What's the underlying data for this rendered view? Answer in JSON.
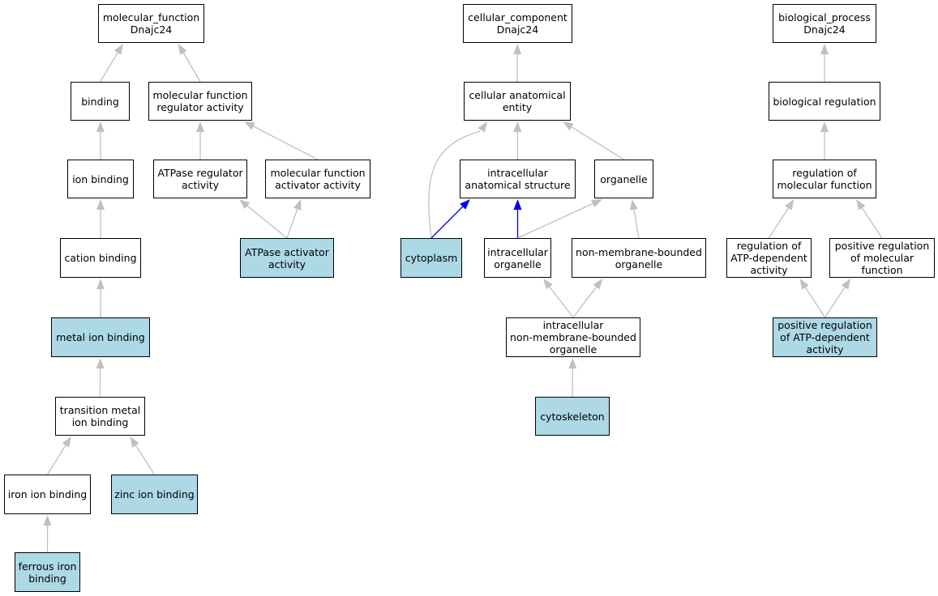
{
  "colors": {
    "node_border": "#000000",
    "node_default": "#ffffff",
    "node_highlight": "#add8e6",
    "edge_default": "#c0c0c0",
    "edge_highlight": "#0000ee"
  },
  "nodes": {
    "mf_root": {
      "label": "molecular_function\nDnajc24",
      "highlight": false
    },
    "binding": {
      "label": "binding",
      "highlight": false
    },
    "mf_reg": {
      "label": "molecular function\nregulator activity",
      "highlight": false
    },
    "ion_binding": {
      "label": "ion binding",
      "highlight": false
    },
    "atpase_reg": {
      "label": "ATPase regulator\nactivity",
      "highlight": false
    },
    "mf_act": {
      "label": "molecular function\nactivator activity",
      "highlight": false
    },
    "cation_binding": {
      "label": "cation binding",
      "highlight": false
    },
    "atpase_act": {
      "label": "ATPase activator\nactivity",
      "highlight": true
    },
    "metal_ion": {
      "label": "metal ion binding",
      "highlight": true
    },
    "trans_metal": {
      "label": "transition metal\nion binding",
      "highlight": false
    },
    "iron_ion": {
      "label": "iron ion binding",
      "highlight": false
    },
    "zinc_ion": {
      "label": "zinc ion binding",
      "highlight": true
    },
    "ferrous_iron": {
      "label": "ferrous iron\nbinding",
      "highlight": true
    },
    "cc_root": {
      "label": "cellular_component\nDnajc24",
      "highlight": false
    },
    "cell_anat": {
      "label": "cellular anatomical\nentity",
      "highlight": false
    },
    "intra_anat": {
      "label": "intracellular\nanatomical structure",
      "highlight": false
    },
    "organelle": {
      "label": "organelle",
      "highlight": false
    },
    "cytoplasm": {
      "label": "cytoplasm",
      "highlight": true
    },
    "intra_org": {
      "label": "intracellular\norganelle",
      "highlight": false
    },
    "nmb_org": {
      "label": "non-membrane-bounded\norganelle",
      "highlight": false
    },
    "intra_nmb": {
      "label": "intracellular\nnon-membrane-bounded\norganelle",
      "highlight": false
    },
    "cytoskeleton": {
      "label": "cytoskeleton",
      "highlight": true
    },
    "bp_root": {
      "label": "biological_process\nDnajc24",
      "highlight": false
    },
    "bio_reg": {
      "label": "biological regulation",
      "highlight": false
    },
    "reg_mf": {
      "label": "regulation of\nmolecular function",
      "highlight": false
    },
    "reg_atp": {
      "label": "regulation of\nATP-dependent\nactivity",
      "highlight": false
    },
    "pos_reg_mf": {
      "label": "positive regulation\nof molecular\nfunction",
      "highlight": false
    },
    "pos_reg_atp": {
      "label": "positive regulation\nof ATP-dependent\nactivity",
      "highlight": true
    }
  },
  "edges": [
    {
      "from": "binding",
      "to": "mf_root",
      "highlight": false
    },
    {
      "from": "mf_reg",
      "to": "mf_root",
      "highlight": false
    },
    {
      "from": "ion_binding",
      "to": "binding",
      "highlight": false
    },
    {
      "from": "atpase_reg",
      "to": "mf_reg",
      "highlight": false
    },
    {
      "from": "mf_act",
      "to": "mf_reg",
      "highlight": false
    },
    {
      "from": "cation_binding",
      "to": "ion_binding",
      "highlight": false
    },
    {
      "from": "atpase_act",
      "to": "atpase_reg",
      "highlight": false
    },
    {
      "from": "atpase_act",
      "to": "mf_act",
      "highlight": false
    },
    {
      "from": "metal_ion",
      "to": "cation_binding",
      "highlight": false
    },
    {
      "from": "trans_metal",
      "to": "metal_ion",
      "highlight": false
    },
    {
      "from": "iron_ion",
      "to": "trans_metal",
      "highlight": false
    },
    {
      "from": "zinc_ion",
      "to": "trans_metal",
      "highlight": false
    },
    {
      "from": "ferrous_iron",
      "to": "iron_ion",
      "highlight": false
    },
    {
      "from": "cell_anat",
      "to": "cc_root",
      "highlight": false
    },
    {
      "from": "intra_anat",
      "to": "cell_anat",
      "highlight": false
    },
    {
      "from": "organelle",
      "to": "cell_anat",
      "highlight": false
    },
    {
      "from": "cytoplasm",
      "to": "cell_anat",
      "highlight": false
    },
    {
      "from": "cytoplasm",
      "to": "intra_anat",
      "highlight": true
    },
    {
      "from": "intra_org",
      "to": "intra_anat",
      "highlight": true
    },
    {
      "from": "intra_org",
      "to": "organelle",
      "highlight": false
    },
    {
      "from": "nmb_org",
      "to": "organelle",
      "highlight": false
    },
    {
      "from": "intra_nmb",
      "to": "intra_org",
      "highlight": false
    },
    {
      "from": "intra_nmb",
      "to": "nmb_org",
      "highlight": false
    },
    {
      "from": "cytoskeleton",
      "to": "intra_nmb",
      "highlight": false
    },
    {
      "from": "bio_reg",
      "to": "bp_root",
      "highlight": false
    },
    {
      "from": "reg_mf",
      "to": "bio_reg",
      "highlight": false
    },
    {
      "from": "reg_atp",
      "to": "reg_mf",
      "highlight": false
    },
    {
      "from": "pos_reg_mf",
      "to": "reg_mf",
      "highlight": false
    },
    {
      "from": "pos_reg_atp",
      "to": "reg_atp",
      "highlight": false
    },
    {
      "from": "pos_reg_atp",
      "to": "pos_reg_mf",
      "highlight": false
    }
  ]
}
